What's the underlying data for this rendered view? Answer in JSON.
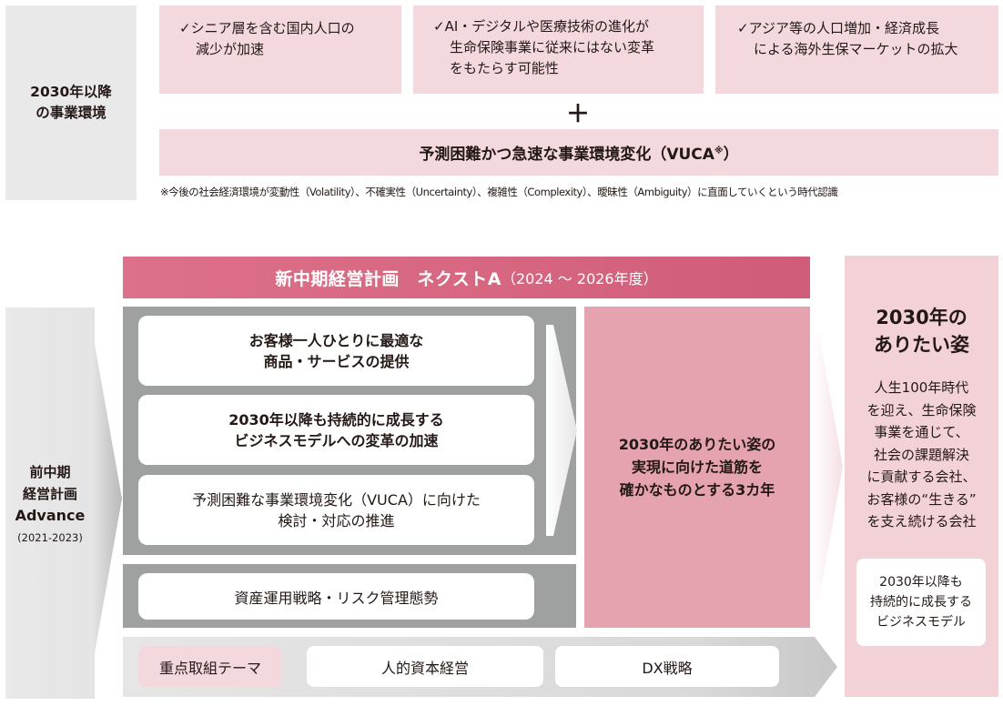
{
  "env": {
    "label": [
      "2030年以降",
      "の事業環境"
    ],
    "points": [
      [
        "✓シニア層を含む国内人口の",
        "減少が加速"
      ],
      [
        "✓AI・デジタルや医療技術の進化が",
        "生命保険事業に従来にはない変革",
        "をもたらす可能性"
      ],
      [
        "✓アジア等の人口増加・経済成長",
        "による海外生保マーケットの拡大"
      ]
    ],
    "plus": "＋",
    "vuca": "予測困難かつ急速な事業環境変化（VUCA",
    "vuca_mark": "※",
    "vuca_close": "）",
    "footnote": "※今後の社会経済環境が変動性（Volatility）、不確実性（Uncertainty）、複雑性（Complexity）、曖昧性（Ambiguity）に直面していくという時代認識"
  },
  "plan": {
    "title": "新中期経営計画　ネクストA",
    "period": "（2024 ～ 2026年度）"
  },
  "prev": {
    "label": [
      "前中期",
      "経営計画",
      "Advance"
    ],
    "period": "(2021-2023)"
  },
  "themes": [
    [
      "お客様一人ひとりに最適な",
      "商品・サービスの提供"
    ],
    [
      "2030年以降も持続的に成長する",
      "ビジネスモデルへの変革の加速"
    ],
    [
      "予測困難な事業環境変化（VUCA）に向けた",
      "検討・対応の推進"
    ]
  ],
  "asset": "資産運用戦略・リスク管理態勢",
  "middle": [
    "2030年のありたい姿の",
    "実現に向けた道筋を",
    "確かなものとする3カ年"
  ],
  "base": {
    "label": "重点取組テーマ",
    "items": [
      "人的資本経営",
      "DX戦略"
    ]
  },
  "vision": {
    "title": [
      "2030年の",
      "ありたい姿"
    ],
    "desc": [
      "人生100年時代",
      "を迎え、生命保険",
      "事業を通じて、",
      "社会の課題解決",
      "に貢献する会社、",
      "お客様の“生きる”",
      "を支え続ける会社"
    ],
    "card": [
      "2030年以降も",
      "持続的に成長する",
      "ビジネスモデル"
    ]
  },
  "colors": {
    "plan_band": "#d4607a",
    "middle_box": "#e4a3ae",
    "vision_box": "#f2d2d7",
    "gray_dark": "#9fa0a0",
    "pink_light": "#f3d9dd"
  }
}
